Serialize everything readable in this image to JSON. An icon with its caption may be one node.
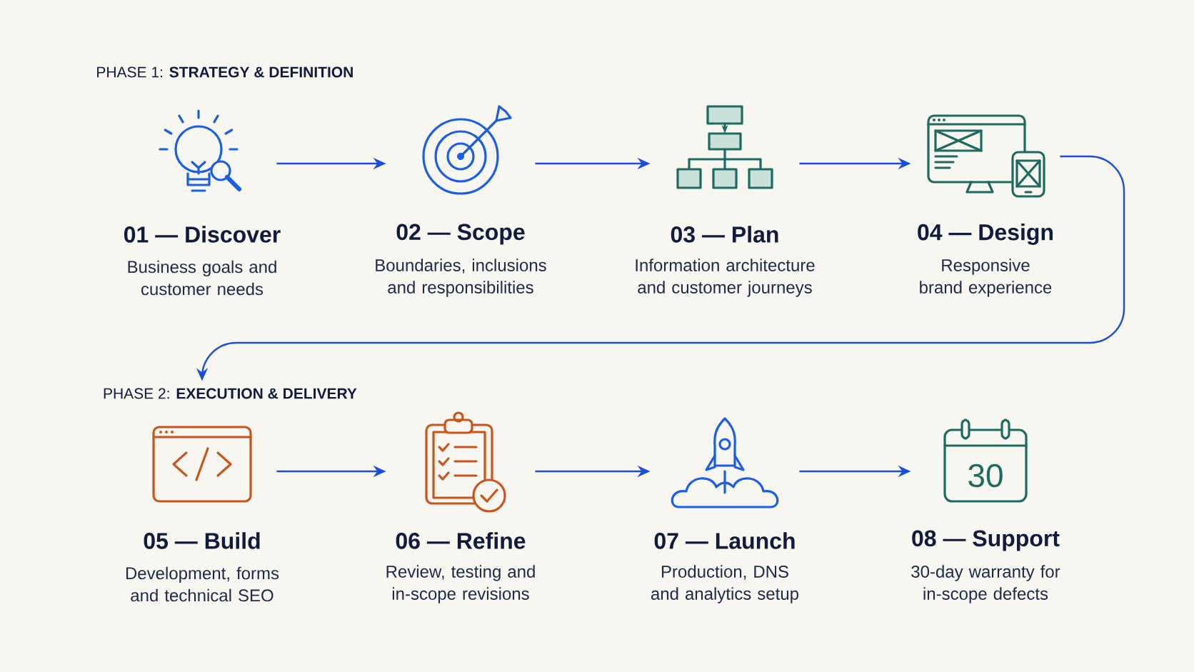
{
  "diagram": {
    "nodes": [
      {
        "text": [
          "01 — Discover",
          "Business goals and customer needs"
        ]
      },
      {
        "text": [
          "02 — Scope",
          "Boundaries, inclusions and responsibilities"
        ]
      },
      {
        "text": [
          "03 — Plan",
          "Information architecture and customer journeys"
        ]
      },
      {
        "text": [
          "04 — Design",
          "Responsive brand experience"
        ]
      },
      {
        "text": [
          "PHASE 2: **EXECUTION & DELIVERY**"
        ]
      },
      {
        "text": [
          "05 — Build",
          "Development, forms and technical SEO"
        ]
      },
      {
        "text": [
          "06 — Refine",
          "Review, testing and in-scope revisions"
        ]
      },
      {
        "text": [
          "07 — Launch",
          "Production, DNS and analytics setup"
        ]
      },
      {
        "text": [
          "08 — Support",
          "30-day warranty for in-scope defects"
        ]
      }
    ],
    "edges": [
      {
        "from": 0,
        "to": 1,
        "arrow": "to"
      },
      {
        "from": 1,
        "to": 2,
        "arrow": "to"
      },
      {
        "from": 2,
        "to": 3,
        "arrow": "to"
      },
      {
        "from": 3,
        "to": 4,
        "arrow": "to"
      },
      {
        "from": 5,
        "to": 6,
        "arrow": "to"
      },
      {
        "from": 6,
        "to": 7,
        "arrow": "to"
      },
      {
        "from": 7,
        "to": 8,
        "arrow": "to"
      }
    ],
    "labels": [
      "PHASE 1: **STRATEGY & DEFINITION**",
      "30"
    ]
  }
}
